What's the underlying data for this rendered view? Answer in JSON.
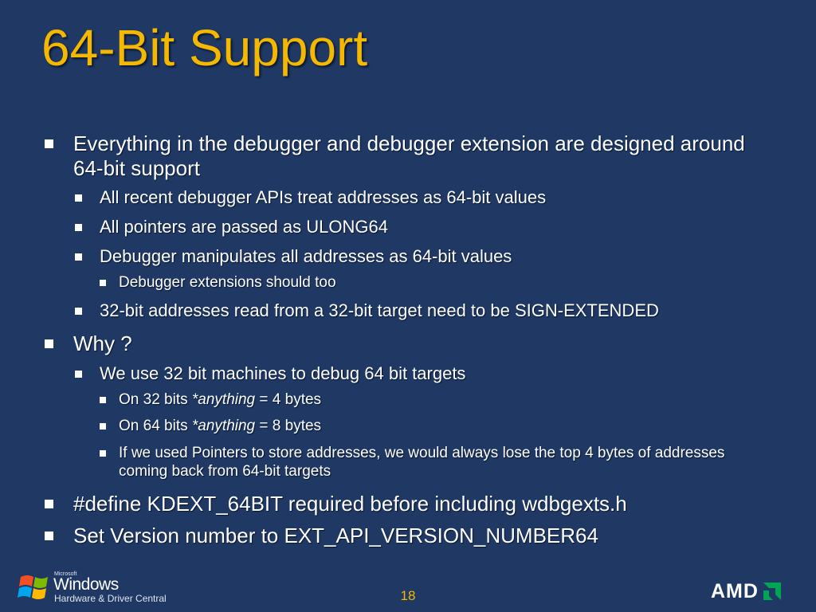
{
  "slide": {
    "title": "64-Bit Support",
    "bullets": [
      {
        "level": 1,
        "text": "Everything in the debugger and debugger extension are designed around 64-bit support"
      },
      {
        "level": 2,
        "text": "All recent debugger APIs treat addresses as 64-bit values"
      },
      {
        "level": 2,
        "text": "All pointers are passed as ULONG64"
      },
      {
        "level": 2,
        "text": "Debugger manipulates all addresses as 64-bit values"
      },
      {
        "level": 3,
        "text": "Debugger extensions should too"
      },
      {
        "level": 2,
        "text": "32-bit addresses read from a 32-bit target need to be SIGN-EXTENDED"
      },
      {
        "level": 1,
        "text": "Why ?"
      },
      {
        "level": 2,
        "text": "We use 32 bit machines to debug 64 bit targets"
      },
      {
        "level": 3,
        "pre": "On 32 bits ",
        "em": "*anything",
        "post": " = 4 bytes"
      },
      {
        "level": 3,
        "pre": "On 64 bits ",
        "em": "*anything",
        "post": " = 8 bytes"
      },
      {
        "level": 3,
        "text": "If we used Pointers to store addresses, we would always lose the top 4 bytes of addresses coming back from 64-bit targets"
      },
      {
        "level": 1,
        "text": "#define KDEXT_64BIT required before including wdbgexts.h"
      },
      {
        "level": 1,
        "text": "Set Version number to EXT_API_VERSION_NUMBER64"
      }
    ]
  },
  "footer": {
    "logo_microsoft": "Microsoft",
    "logo_windows": "Windows",
    "logo_subtitle": "Hardware & Driver Central",
    "page_number": "18",
    "amd_logo": "AMD"
  },
  "colors": {
    "background": "#1f3864",
    "title": "#f5b800",
    "text": "#ffffff"
  }
}
